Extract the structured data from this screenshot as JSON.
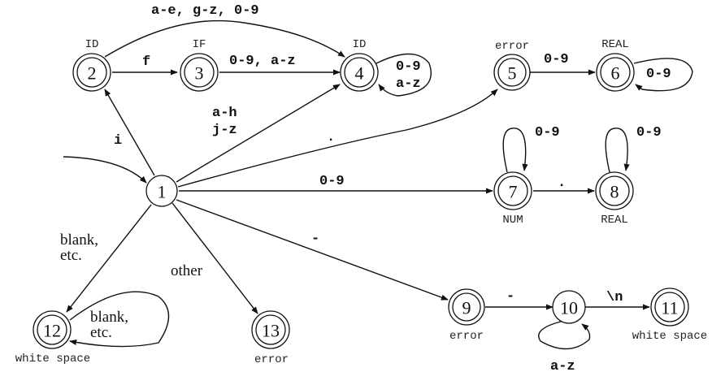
{
  "diagram": {
    "type": "finite-state-automaton",
    "start_state": "1",
    "states": [
      {
        "id": "1",
        "label": "1",
        "accepting": false,
        "token": ""
      },
      {
        "id": "2",
        "label": "2",
        "accepting": true,
        "token": "ID"
      },
      {
        "id": "3",
        "label": "3",
        "accepting": true,
        "token": "IF"
      },
      {
        "id": "4",
        "label": "4",
        "accepting": true,
        "token": "ID"
      },
      {
        "id": "5",
        "label": "5",
        "accepting": true,
        "token": "error"
      },
      {
        "id": "6",
        "label": "6",
        "accepting": true,
        "token": "REAL"
      },
      {
        "id": "7",
        "label": "7",
        "accepting": true,
        "token": "NUM"
      },
      {
        "id": "8",
        "label": "8",
        "accepting": true,
        "token": "REAL"
      },
      {
        "id": "9",
        "label": "9",
        "accepting": true,
        "token": "error"
      },
      {
        "id": "10",
        "label": "10",
        "accepting": false,
        "token": ""
      },
      {
        "id": "11",
        "label": "11",
        "accepting": true,
        "token": "white space"
      },
      {
        "id": "12",
        "label": "12",
        "accepting": true,
        "token": "white space"
      },
      {
        "id": "13",
        "label": "13",
        "accepting": true,
        "token": "error"
      }
    ],
    "transitions": [
      {
        "from": "1",
        "to": "2",
        "label": "i"
      },
      {
        "from": "2",
        "to": "3",
        "label": "f"
      },
      {
        "from": "2",
        "to": "4",
        "label": "a-e, g-z, 0-9"
      },
      {
        "from": "3",
        "to": "4",
        "label": "0-9, a-z"
      },
      {
        "from": "1",
        "to": "4",
        "label_lines": [
          "a-h",
          "j-z"
        ]
      },
      {
        "from": "4",
        "to": "4",
        "label_lines": [
          "0-9",
          "a-z"
        ]
      },
      {
        "from": "1",
        "to": "5",
        "label": "."
      },
      {
        "from": "5",
        "to": "6",
        "label": "0-9"
      },
      {
        "from": "6",
        "to": "6",
        "label": "0-9"
      },
      {
        "from": "1",
        "to": "7",
        "label": "0-9"
      },
      {
        "from": "7",
        "to": "7",
        "label": "0-9"
      },
      {
        "from": "7",
        "to": "8",
        "label": "."
      },
      {
        "from": "8",
        "to": "8",
        "label": "0-9"
      },
      {
        "from": "1",
        "to": "9",
        "label": "-"
      },
      {
        "from": "9",
        "to": "10",
        "label": "-"
      },
      {
        "from": "10",
        "to": "10",
        "label": "a-z"
      },
      {
        "from": "10",
        "to": "11",
        "label": "\\n"
      },
      {
        "from": "1",
        "to": "12",
        "label_lines": [
          "blank,",
          "etc."
        ]
      },
      {
        "from": "12",
        "to": "12",
        "label_lines": [
          "blank,",
          "etc."
        ]
      },
      {
        "from": "1",
        "to": "13",
        "label": "other"
      }
    ]
  }
}
